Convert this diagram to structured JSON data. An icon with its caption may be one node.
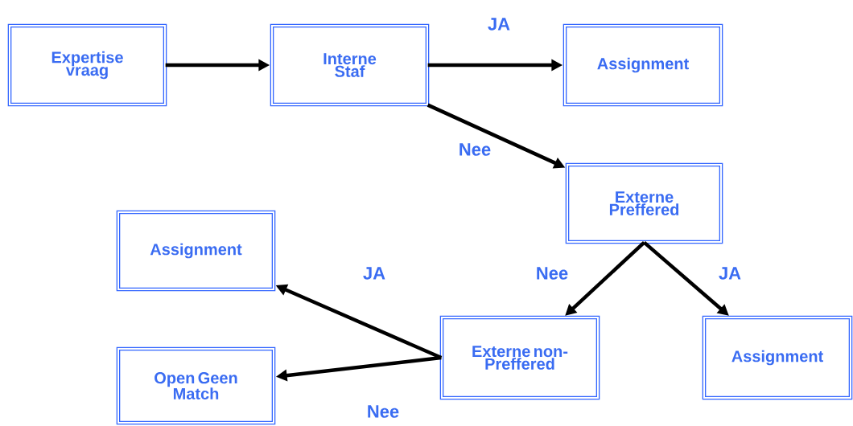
{
  "diagram": {
    "nodes": [
      {
        "text": [
          "Expertise vraag"
        ]
      },
      {
        "text": [
          "Interne Staf"
        ]
      },
      {
        "text": [
          "Assignment"
        ]
      },
      {
        "text": [
          "Externe Preffered"
        ]
      },
      {
        "text": [
          "Assignment"
        ]
      },
      {
        "text": [
          "Externe non-Preffered"
        ]
      },
      {
        "text": [
          "Assignment"
        ]
      },
      {
        "text": [
          "Open Geen Match"
        ]
      }
    ],
    "edges": [
      {
        "from": 0,
        "to": 1,
        "arrow": "to"
      },
      {
        "from": 1,
        "to": 2,
        "arrow": "to",
        "label": "JA"
      },
      {
        "from": 1,
        "to": 3,
        "arrow": "to",
        "label": "Nee"
      },
      {
        "from": 3,
        "to": 5,
        "arrow": "to",
        "label": "Nee"
      },
      {
        "from": 3,
        "to": 6,
        "arrow": "to",
        "label": "JA"
      },
      {
        "from": 5,
        "to": 4,
        "arrow": "to",
        "label": "JA"
      },
      {
        "from": 5,
        "to": 7,
        "arrow": "to",
        "label": "Nee"
      }
    ]
  }
}
